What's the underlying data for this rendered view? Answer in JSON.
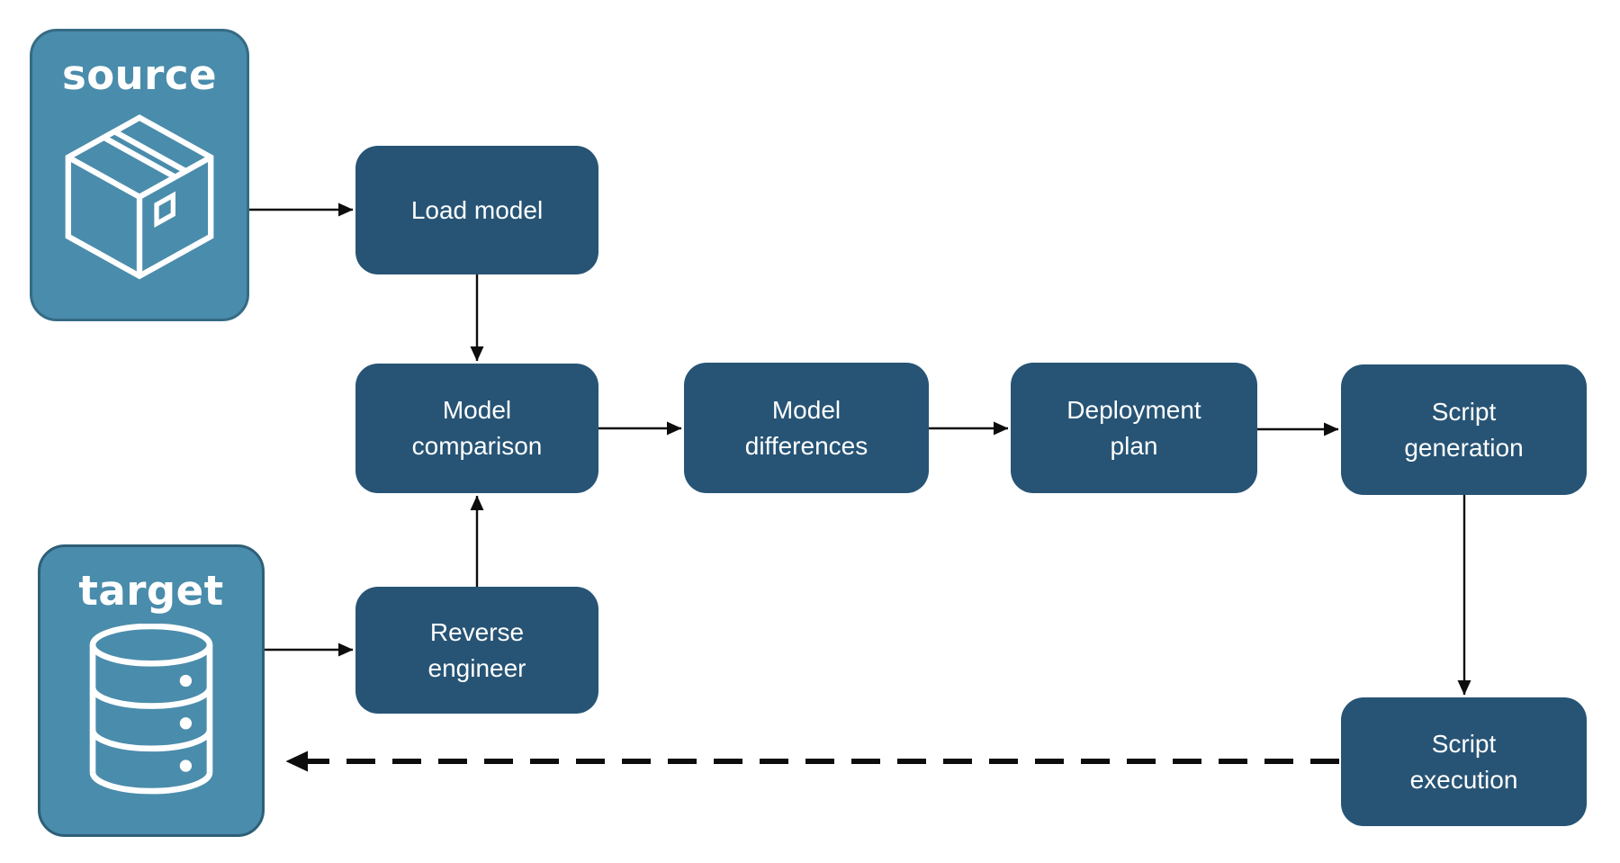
{
  "diagram": {
    "type": "flowchart",
    "description": "Database schema deployment pipeline between a source model package and a target database"
  },
  "colors": {
    "container_fill": "#4a8cab",
    "container_border": "#356b85",
    "node_fill": "#275475",
    "label_text": "#ffffff",
    "arrow": "#0d0d0d",
    "background": "#ffffff"
  },
  "containers": {
    "source": {
      "label": "source",
      "icon": "package-box-icon"
    },
    "target": {
      "label": "target",
      "icon": "database-icon"
    }
  },
  "nodes": {
    "load_model": {
      "label": "Load model"
    },
    "model_comparison": {
      "label": "Model\ncomparison"
    },
    "model_differences": {
      "label": "Model\ndifferences"
    },
    "deployment_plan": {
      "label": "Deployment\nplan"
    },
    "script_generation": {
      "label": "Script\ngeneration"
    },
    "reverse_engineer": {
      "label": "Reverse\nengineer"
    },
    "script_execution": {
      "label": "Script\nexecution"
    }
  },
  "edges": [
    {
      "from": "source",
      "to": "load_model",
      "style": "solid"
    },
    {
      "from": "load_model",
      "to": "model_comparison",
      "style": "solid"
    },
    {
      "from": "model_comparison",
      "to": "model_differences",
      "style": "solid"
    },
    {
      "from": "model_differences",
      "to": "deployment_plan",
      "style": "solid"
    },
    {
      "from": "deployment_plan",
      "to": "script_generation",
      "style": "solid"
    },
    {
      "from": "script_generation",
      "to": "script_execution",
      "style": "solid"
    },
    {
      "from": "target",
      "to": "reverse_engineer",
      "style": "solid"
    },
    {
      "from": "reverse_engineer",
      "to": "model_comparison",
      "style": "solid"
    },
    {
      "from": "script_execution",
      "to": "target",
      "style": "dashed"
    }
  ]
}
